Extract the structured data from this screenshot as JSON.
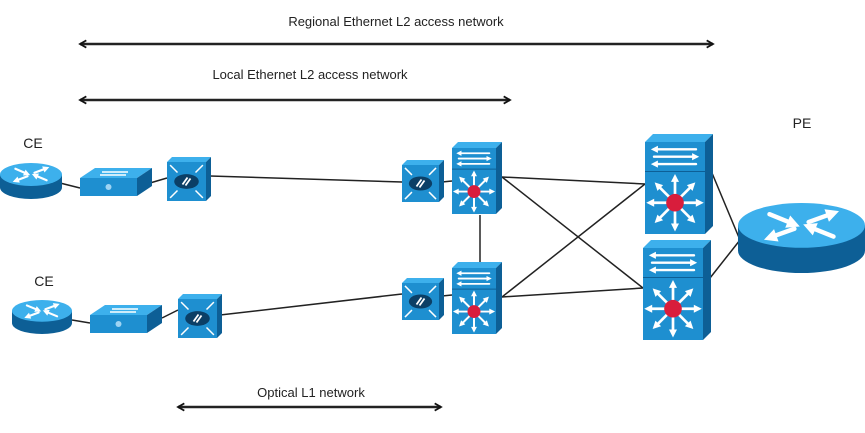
{
  "diagram": {
    "spans": [
      {
        "id": "regional",
        "label": "Regional Ethernet L2 access network"
      },
      {
        "id": "local",
        "label": "Local Ethernet L2 access network"
      },
      {
        "id": "optical",
        "label": "Optical L1 network"
      }
    ],
    "nodes": [
      {
        "id": "ce1",
        "type": "router",
        "label": "CE"
      },
      {
        "id": "sw1",
        "type": "workgroup-switch",
        "label": ""
      },
      {
        "id": "opt1",
        "type": "optical-switch",
        "label": ""
      },
      {
        "id": "ce2",
        "type": "router",
        "label": "CE"
      },
      {
        "id": "sw2",
        "type": "workgroup-switch",
        "label": ""
      },
      {
        "id": "opt2",
        "type": "optical-switch",
        "label": ""
      },
      {
        "id": "opt3",
        "type": "optical-switch",
        "label": ""
      },
      {
        "id": "opt4",
        "type": "optical-switch",
        "label": ""
      },
      {
        "id": "l3a",
        "type": "layer3-switch",
        "label": ""
      },
      {
        "id": "l3b",
        "type": "layer3-switch",
        "label": ""
      },
      {
        "id": "l3c",
        "type": "layer3-switch",
        "label": ""
      },
      {
        "id": "l3d",
        "type": "layer3-switch",
        "label": ""
      },
      {
        "id": "pe",
        "type": "router",
        "label": "PE"
      }
    ],
    "links": [
      [
        "ce1",
        "sw1"
      ],
      [
        "sw1",
        "opt1"
      ],
      [
        "opt1",
        "opt3"
      ],
      [
        "opt3",
        "l3a"
      ],
      [
        "ce2",
        "sw2"
      ],
      [
        "sw2",
        "opt2"
      ],
      [
        "opt2",
        "opt4"
      ],
      [
        "opt4",
        "l3b"
      ],
      [
        "l3a",
        "l3b"
      ],
      [
        "l3a",
        "l3c"
      ],
      [
        "l3a",
        "l3d"
      ],
      [
        "l3b",
        "l3c"
      ],
      [
        "l3b",
        "l3d"
      ],
      [
        "l3c",
        "pe"
      ],
      [
        "l3d",
        "pe"
      ]
    ],
    "colors": {
      "device": "#1e8fd0",
      "device_dark": "#0d5f96",
      "device_light": "#3db0ec",
      "hub": "#d81d3c",
      "line": "#222222"
    }
  }
}
